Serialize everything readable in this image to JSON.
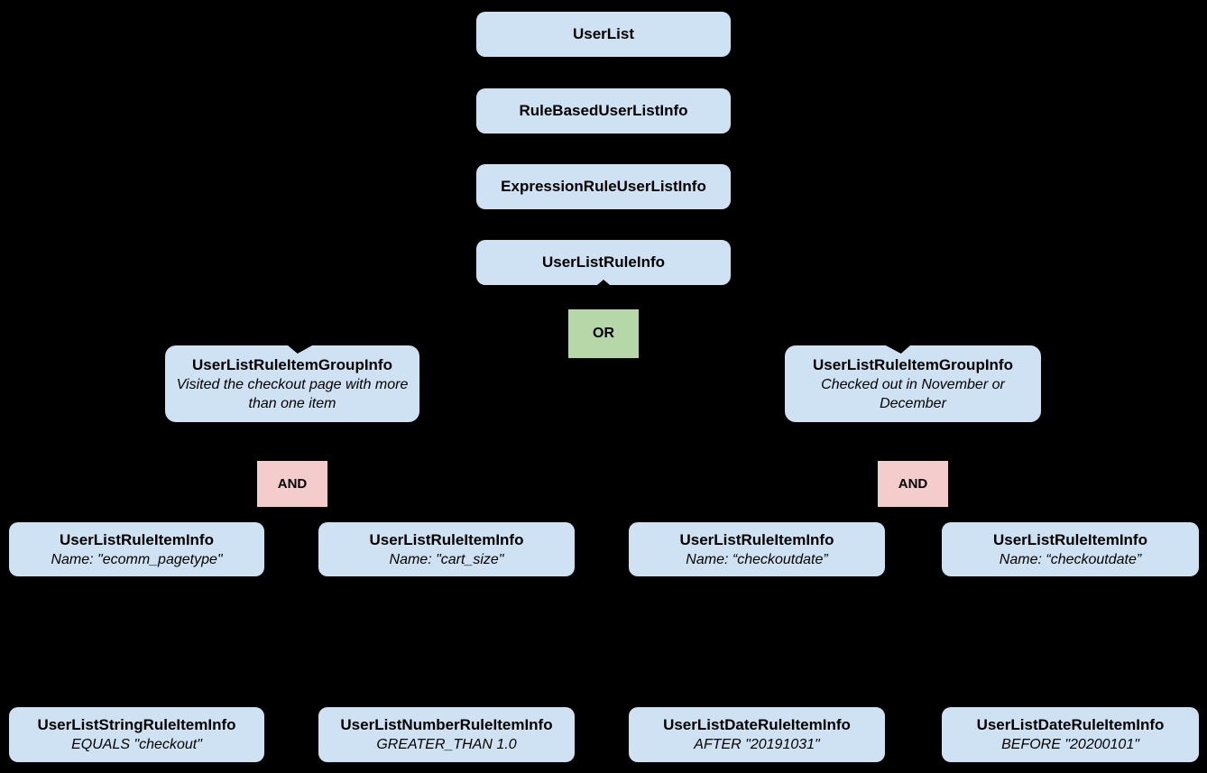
{
  "diagram": {
    "background_color": "#000000",
    "node_fill_color": "#cfe2f3",
    "or_fill_color": "#b6d7a8",
    "and_fill_color": "#f4cccc",
    "chain": [
      {
        "label": "UserList"
      },
      {
        "label": "RuleBasedUserListInfo"
      },
      {
        "label": "ExpressionRuleUserListInfo"
      },
      {
        "label": "UserListRuleInfo"
      }
    ],
    "or_operator": "OR",
    "and_operator_left": "AND",
    "and_operator_right": "AND",
    "groups": [
      {
        "title": "UserListRuleItemGroupInfo",
        "desc": "Visited the checkout page with more than one item"
      },
      {
        "title": "UserListRuleItemGroupInfo",
        "desc": "Checked out in November or December"
      }
    ],
    "rule_items": [
      {
        "title": "UserListRuleItemInfo",
        "desc": "Name: \"ecomm_pagetype\""
      },
      {
        "title": "UserListRuleItemInfo",
        "desc": "Name: \"cart_size\""
      },
      {
        "title": "UserListRuleItemInfo",
        "desc": "Name: “checkoutdate”"
      },
      {
        "title": "UserListRuleItemInfo",
        "desc": "Name: “checkoutdate”"
      }
    ],
    "leaf_items": [
      {
        "title": "UserListStringRuleItemInfo",
        "desc": "EQUALS \"checkout\""
      },
      {
        "title": "UserListNumberRuleItemInfo",
        "desc": "GREATER_THAN 1.0"
      },
      {
        "title": "UserListDateRuleItemInfo",
        "desc": "AFTER \"20191031\""
      },
      {
        "title": "UserListDateRuleItemInfo",
        "desc": "BEFORE \"20200101\""
      }
    ]
  }
}
